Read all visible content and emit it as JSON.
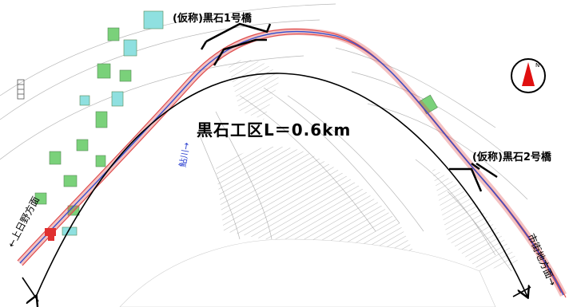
{
  "map": {
    "title": "黒石工区L＝0.6km",
    "bridge_1_label": "(仮称)黒石1号橋",
    "bridge_2_label": "(仮称)黒石2号橋",
    "river_label": "鮎川→",
    "west_direction_label": "←上日野方面",
    "east_direction_label": "市街地方面→",
    "north_arrow_icon": "north-arrow-icon",
    "colors": {
      "road_outline": "#e05050",
      "road_centerline": "#3050d0",
      "buildings": "#7ad17a",
      "pools": "#8fe0e0",
      "annotations": "#000000"
    }
  }
}
